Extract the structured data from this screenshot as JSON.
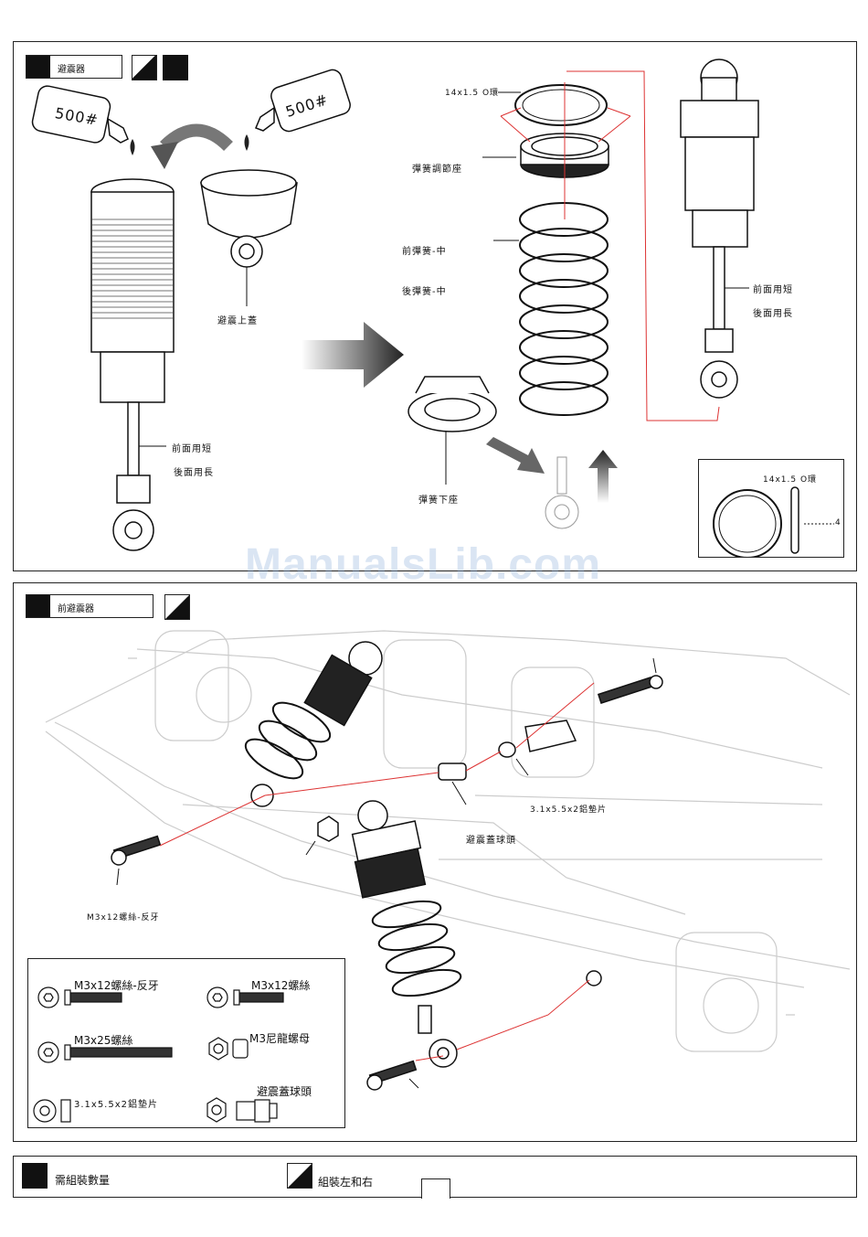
{
  "section1": {
    "title": "避震器",
    "bottle_left": "500#",
    "bottle_right": "500#",
    "cap_label": "避震上蓋",
    "shaft_front": "前面用短",
    "shaft_rear": "後面用長",
    "oring_label": "14x1.5 O環",
    "adjuster_label": "彈簧調節座",
    "spring_front": "前彈簧-中",
    "spring_rear": "後彈簧-中",
    "lower_seat_label": "彈簧下座",
    "assembled_front": "前面用短",
    "assembled_rear": "後面用長",
    "inset_label": "14x1.5 O環",
    "inset_qty": "4"
  },
  "section2": {
    "title": "前避震器",
    "washer_label": "3.1x5.5x2鋁墊片",
    "ballstud_label": "避震蓋球頭",
    "screw_label": "M3x12螺絲-反牙",
    "parts": {
      "p1": "M3x12螺絲-反牙",
      "p2": "M3x12螺絲",
      "p3": "M3x25螺絲",
      "p4": "M3尼龍螺母",
      "p5": "3.1x5.5x2鋁墊片",
      "p6": "避震蓋球頭"
    }
  },
  "footer": {
    "qty_label": "需組裝數量",
    "lr_label": "組裝左和右"
  },
  "watermark": "ManualsLib.com"
}
